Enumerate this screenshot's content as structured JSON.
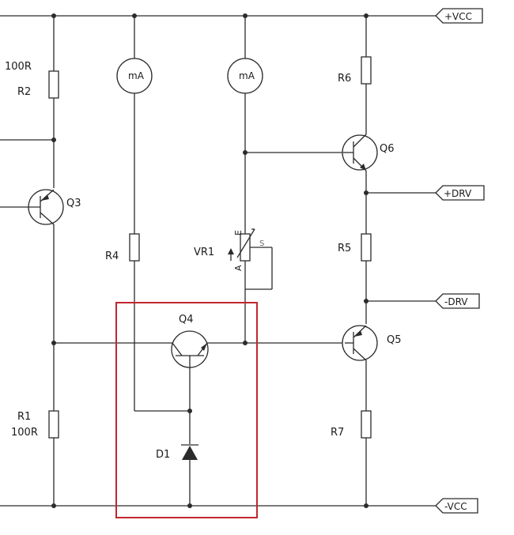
{
  "ports": {
    "vcc_pos": "+VCC",
    "drv_pos": "+DRV",
    "drv_neg": "-DRV",
    "vcc_neg": "-VCC"
  },
  "labels": {
    "r2_value": "100R",
    "r2": "R2",
    "q3": "Q3",
    "r4": "R4",
    "vr1": "VR1",
    "vr1_a": "A",
    "vr1_e": "E",
    "vr1_s": "S",
    "r6": "R6",
    "q6": "Q6",
    "r5": "R5",
    "q5": "Q5",
    "q4": "Q4",
    "d1": "D1",
    "r1": "R1",
    "r1_value": "100R",
    "r7": "R7",
    "meter1": "mA",
    "meter2": "mA"
  },
  "colors": {
    "wire": "#2b2b2b",
    "highlight": "#c0272d"
  }
}
